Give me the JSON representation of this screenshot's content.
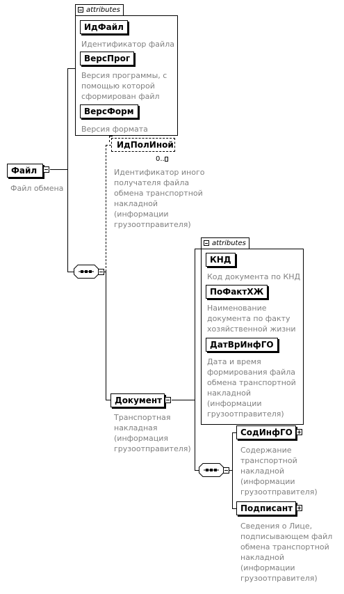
{
  "root": {
    "name": "Файл",
    "desc": "Файл обмена"
  },
  "root_attributes": {
    "tab_label": "attributes",
    "items": [
      {
        "name": "ИдФайл",
        "desc": "Идентификатор файла"
      },
      {
        "name": "ВерсПрог",
        "desc": "Версия программы, с помощью которой сформирован файл"
      },
      {
        "name": "ВерсФорм",
        "desc": "Версия формата"
      }
    ]
  },
  "optional_element": {
    "name": "ИдПолИной",
    "cardinality": "0..",
    "desc": "Идентификатор иного получателя файла обмена транспортной накладной (информации грузоотправителя)"
  },
  "document": {
    "name": "Документ",
    "desc": "Транспортная накладная (информация грузоотправителя)"
  },
  "document_attributes": {
    "tab_label": "attributes",
    "items": [
      {
        "name": "КНД",
        "desc": "Код документа по КНД"
      },
      {
        "name": "ПоФактХЖ",
        "desc": "Наименование документа по факту хозяйственной жизни"
      },
      {
        "name": "ДатВрИнфГО",
        "desc": "Дата и время формирования файла обмена транспортной накладной (информации грузоотправителя)"
      }
    ]
  },
  "document_children": [
    {
      "name": "СодИнфГО",
      "desc": "Содержание транспортной накладной (информации грузоотправителя)"
    },
    {
      "name": "Подписант",
      "desc": "Сведения о Лице, подписывающем файл обмена транспортной накладной (информации грузоотправителя)"
    }
  ],
  "icons": [
    "collapse-minus-icon",
    "expand-plus-icon",
    "sequence-compositor-icon"
  ]
}
